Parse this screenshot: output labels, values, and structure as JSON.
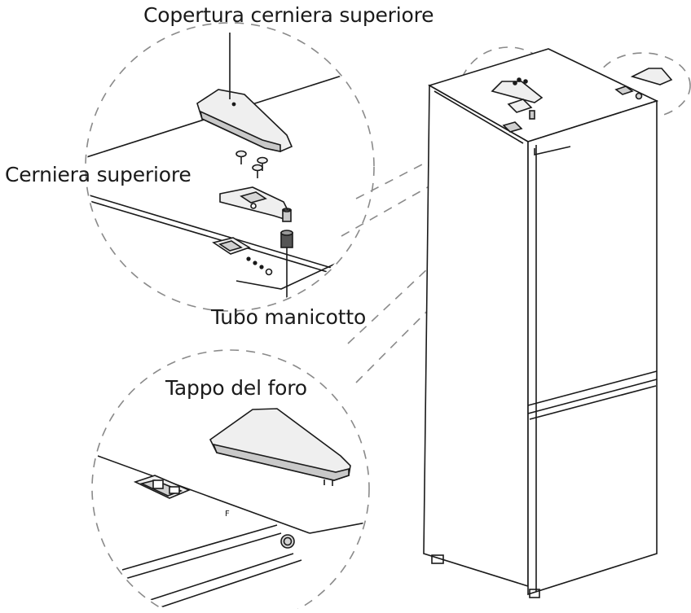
{
  "labels": {
    "top_hinge_cover": "Copertura cerniera superiore",
    "top_hinge": "Cerniera superiore",
    "sleeve_tube": "Tubo manicotto",
    "hole_cap": "Tappo del foro"
  },
  "colors": {
    "line": "#1a1a1a",
    "dash": "#8a8a8a",
    "part_fill": "#efefef",
    "part_shade": "#c9c9c9"
  }
}
